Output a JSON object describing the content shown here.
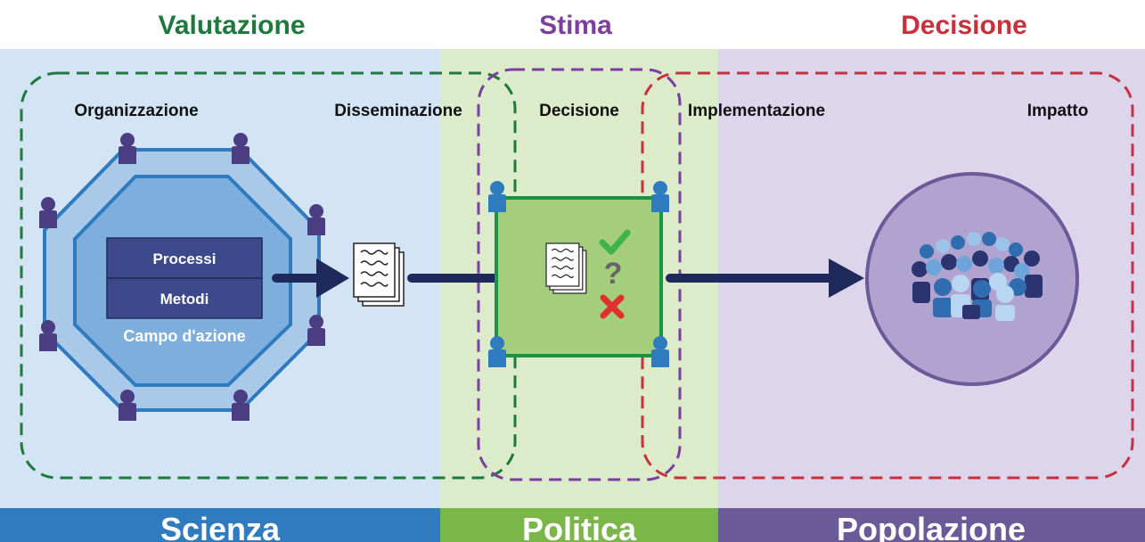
{
  "headers": {
    "valutazione": {
      "label": "Valutazione",
      "color": "#1e7a3c"
    },
    "stima": {
      "label": "Stima",
      "color": "#7b3fa0"
    },
    "decisione": {
      "label": "Decisione",
      "color": "#c8303c"
    }
  },
  "stages": {
    "organizzazione": "Organizzazione",
    "disseminazione": "Disseminazione",
    "decisione": "Decisione",
    "implementazione": "Implementazione",
    "impatto": "Impatto"
  },
  "octagon": {
    "processi": "Processi",
    "metodi": "Metodi",
    "campo": "Campo d'azione"
  },
  "policy_box": {
    "question_mark": "?"
  },
  "footer": {
    "scienza": {
      "label": "Scienza",
      "color": "#2f7bbf"
    },
    "politica": {
      "label": "Politica",
      "color": "#7ab648"
    },
    "popolazione": {
      "label": "Popolazione",
      "color": "#6a5a98"
    }
  },
  "icons": [
    "person-icon",
    "document-stack-icon",
    "check-icon",
    "question-icon",
    "cross-icon",
    "arrow-icon",
    "crowd-icon"
  ]
}
